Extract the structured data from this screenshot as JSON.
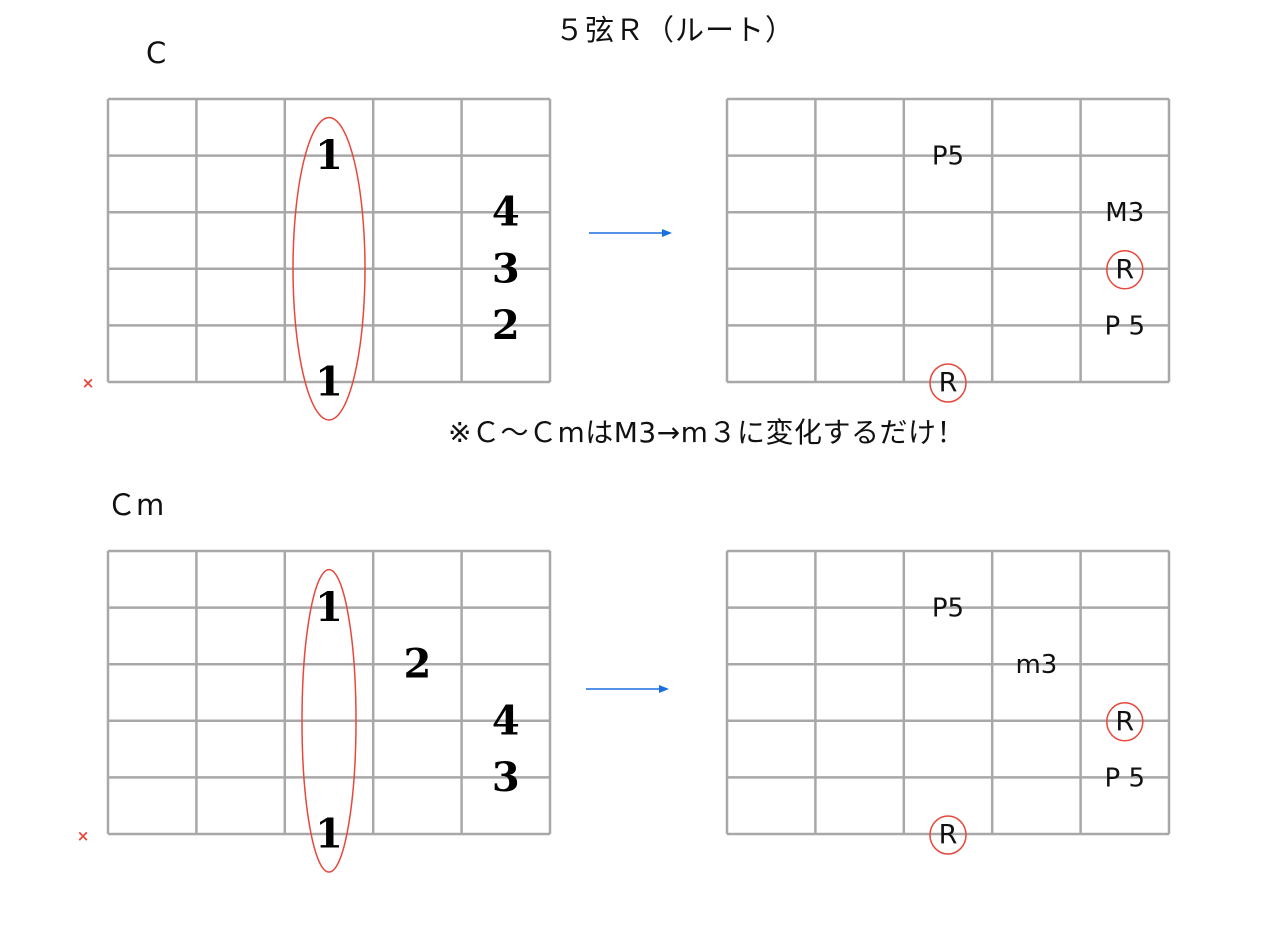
{
  "title": "５弦Ｒ（ルート）",
  "note": "※Ｃ〜ＣmはM3→m３に変化するだけ！",
  "colors": {
    "grid": "#a8a8a8",
    "highlight": "#e8473b",
    "arrow": "#1a6fe0",
    "text": "#111111"
  },
  "diagrams": [
    {
      "chord": "C",
      "mute_mark": "×",
      "fingers": [
        {
          "label": "1",
          "fret": 3,
          "string": 1
        },
        {
          "label": "4",
          "fret": 5,
          "string": 2
        },
        {
          "label": "3",
          "fret": 5,
          "string": 3
        },
        {
          "label": "2",
          "fret": 5,
          "string": 4
        },
        {
          "label": "1",
          "fret": 3,
          "string": 5
        }
      ],
      "barre": {
        "fret": 3,
        "from_string": 1,
        "to_string": 5
      },
      "intervals": [
        {
          "label": "P5",
          "fret": 3,
          "string": 1,
          "circled": false
        },
        {
          "label": "M3",
          "fret": 5,
          "string": 2,
          "circled": false
        },
        {
          "label": "R",
          "fret": 5,
          "string": 3,
          "circled": true
        },
        {
          "label": "P 5",
          "fret": 5,
          "string": 4,
          "circled": false
        },
        {
          "label": "R",
          "fret": 3,
          "string": 5,
          "circled": true
        }
      ]
    },
    {
      "chord": "Ｃm",
      "mute_mark": "×",
      "fingers": [
        {
          "label": "1",
          "fret": 3,
          "string": 1
        },
        {
          "label": "2",
          "fret": 4,
          "string": 2
        },
        {
          "label": "4",
          "fret": 5,
          "string": 3
        },
        {
          "label": "3",
          "fret": 5,
          "string": 4
        },
        {
          "label": "1",
          "fret": 3,
          "string": 5
        }
      ],
      "barre": {
        "fret": 3,
        "from_string": 1,
        "to_string": 5
      },
      "intervals": [
        {
          "label": "P5",
          "fret": 3,
          "string": 1,
          "circled": false
        },
        {
          "label": "m3",
          "fret": 4,
          "string": 2,
          "circled": false
        },
        {
          "label": "R",
          "fret": 5,
          "string": 3,
          "circled": true
        },
        {
          "label": "P 5",
          "fret": 5,
          "string": 4,
          "circled": false
        },
        {
          "label": "R",
          "fret": 3,
          "string": 5,
          "circled": true
        }
      ]
    }
  ]
}
